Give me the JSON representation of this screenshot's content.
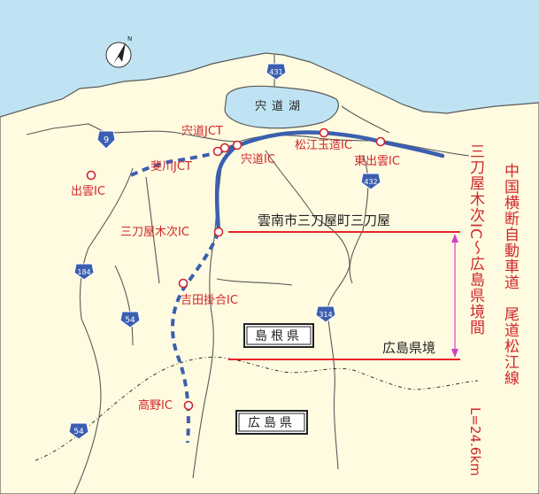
{
  "colors": {
    "sea": "#bfe3f2",
    "land": "#fffbe0",
    "lake": "#bfe3f2",
    "road": "#3b5fb0",
    "label_red": "#d0262a",
    "line_red": "#e8242b",
    "dim_magenta": "#d23fc8",
    "border": "#555555"
  },
  "map": {
    "lake_label": "宍道湖",
    "shield_route_9": "9",
    "shield_route_431": "431",
    "shield_route_432": "432",
    "shield_route_184": "184",
    "shield_route_54a": "54",
    "shield_route_314": "314",
    "shield_route_54b": "54",
    "pref_shimane": "島根県",
    "pref_hiroshima": "広島県"
  },
  "labels": {
    "shinji_jct": "宍道JCT",
    "hikawa_jct": "斐川JCT",
    "izumo_ic": "出雲IC",
    "shinji_ic": "宍道IC",
    "matsue_tamatsukuri_ic": "松江玉造IC",
    "higashi_izumo_ic": "東出雲IC",
    "mitoya_kisuki_ic": "三刀屋木次IC",
    "yoshida_kakeai_ic": "吉田掛合IC",
    "takano_ic": "高野IC",
    "mitoya_location": "雲南市三刀屋町三刀屋",
    "pref_border": "広島県境"
  },
  "side": {
    "title": "中国横断自動車道　尾道松江線",
    "section": "三刀屋木次IC～広島県境間",
    "length": "L=24.6km"
  }
}
